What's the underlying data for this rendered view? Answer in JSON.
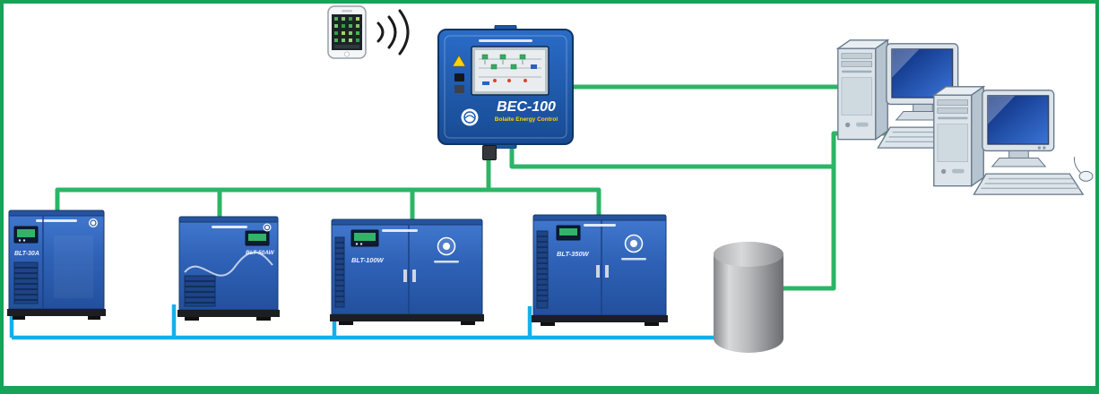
{
  "controller": {
    "model": "BEC-100",
    "subtitle": "Bolaite Energy Control"
  },
  "compressors": [
    {
      "label": "BLT-30A"
    },
    {
      "label": "BLT-50AW"
    },
    {
      "label": "BLT-100W"
    },
    {
      "label": "BLT-350W"
    }
  ],
  "colors": {
    "border-green": "#17a258",
    "line-green": "#2cb566",
    "line-cyan": "#15b0e8",
    "compressor-blue": "#2e61b6",
    "panel-blue": "#1d5bb0",
    "tank-gray": "#a7a8ab",
    "screen-blue": "#12348c"
  }
}
